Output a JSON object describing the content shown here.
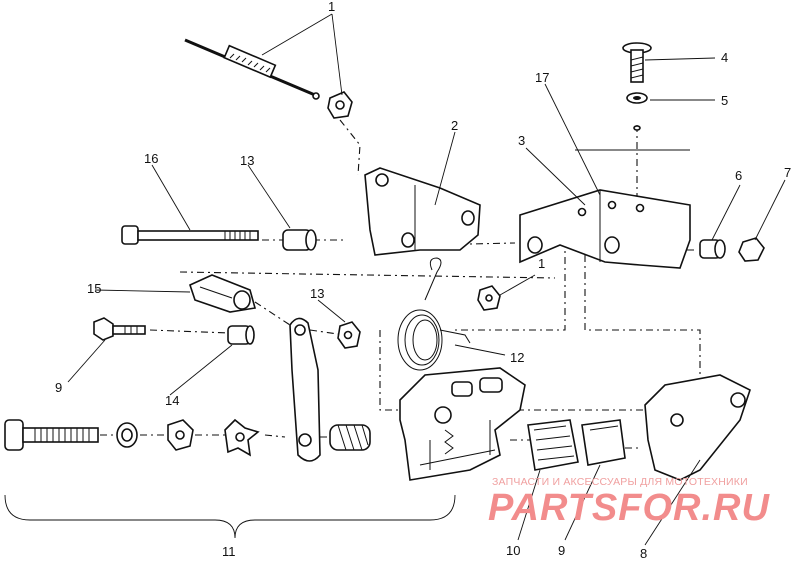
{
  "callouts": [
    "1",
    "2",
    "3",
    "4",
    "5",
    "6",
    "7",
    "8",
    "9",
    "10",
    "11",
    "12",
    "13",
    "14",
    "15",
    "16",
    "17"
  ],
  "watermark": {
    "caption": "ЗАПЧАСТИ И АКСЕССУАРЫ ДЛЯ МОТОТЕХНИКИ",
    "logo_text": "PARTSFOR.RU",
    "color": "#f28c8c"
  },
  "colors": {
    "ink": "#111111",
    "background": "#ffffff"
  }
}
